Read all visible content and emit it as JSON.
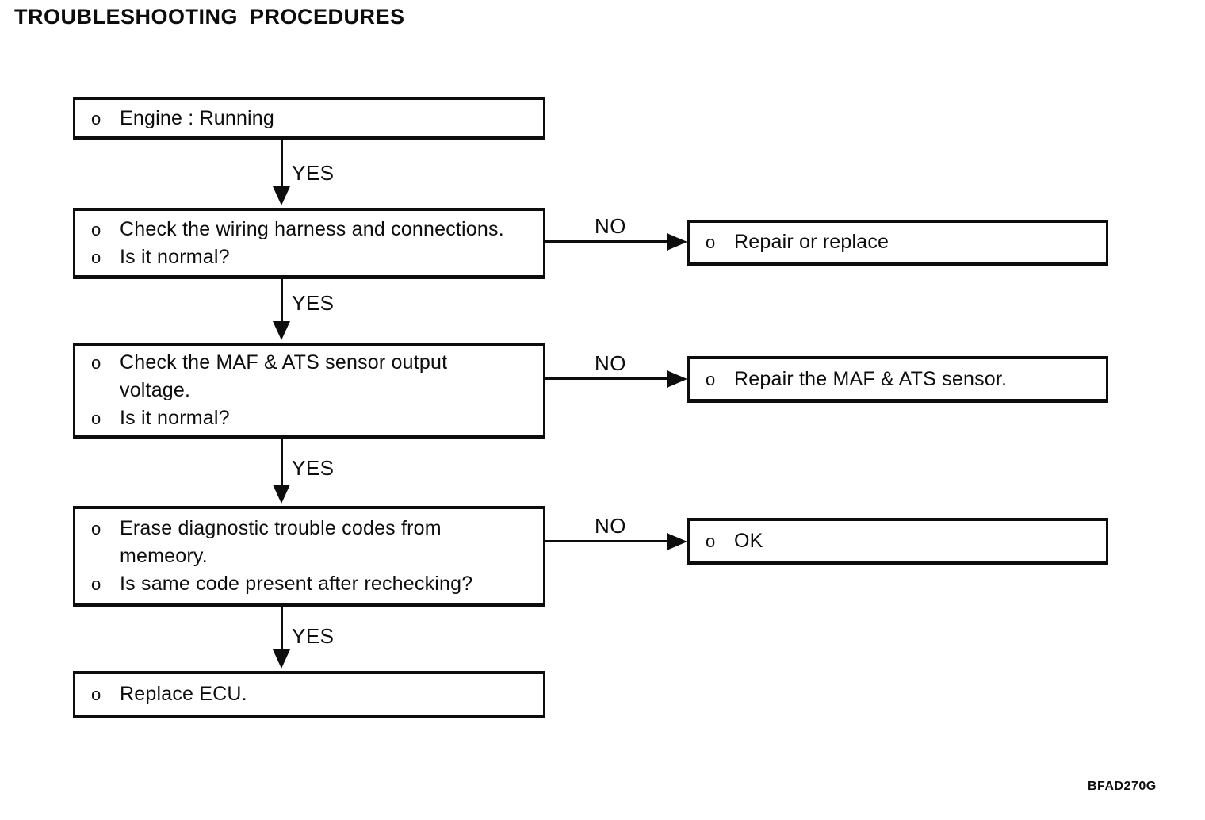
{
  "title": "TROUBLESHOOTING PROCEDURES",
  "figure_code": "BFAD270G",
  "colors": {
    "ink": "#0d0d0d",
    "background": "#ffffff"
  },
  "steps": [
    {
      "lines": [
        {
          "bullet": "o",
          "text": "Engine : Running"
        }
      ]
    },
    {
      "lines": [
        {
          "bullet": "o",
          "text": "Check the wiring harness and connections."
        },
        {
          "bullet": "o",
          "text": "Is it normal?"
        }
      ]
    },
    {
      "lines": [
        {
          "bullet": "o",
          "text": "Check the MAF & ATS sensor output"
        },
        {
          "bullet": "",
          "text": "voltage."
        },
        {
          "bullet": "o",
          "text": "Is it normal?"
        }
      ]
    },
    {
      "lines": [
        {
          "bullet": "o",
          "text": "Erase diagnostic trouble codes from"
        },
        {
          "bullet": "",
          "text": "memeory."
        },
        {
          "bullet": "o",
          "text": "Is same code present after rechecking?"
        }
      ]
    },
    {
      "lines": [
        {
          "bullet": "o",
          "text": "Replace ECU."
        }
      ]
    }
  ],
  "results": [
    {
      "lines": [
        {
          "bullet": "o",
          "text": "Repair or replace"
        }
      ]
    },
    {
      "lines": [
        {
          "bullet": "o",
          "text": "Repair the MAF & ATS sensor."
        }
      ]
    },
    {
      "lines": [
        {
          "bullet": "o",
          "text": "OK"
        }
      ]
    }
  ],
  "connectors": {
    "down": [
      {
        "label": "YES"
      },
      {
        "label": "YES"
      },
      {
        "label": "YES"
      },
      {
        "label": "YES"
      }
    ],
    "right": [
      {
        "label": "NO"
      },
      {
        "label": "NO"
      },
      {
        "label": "NO"
      }
    ]
  }
}
